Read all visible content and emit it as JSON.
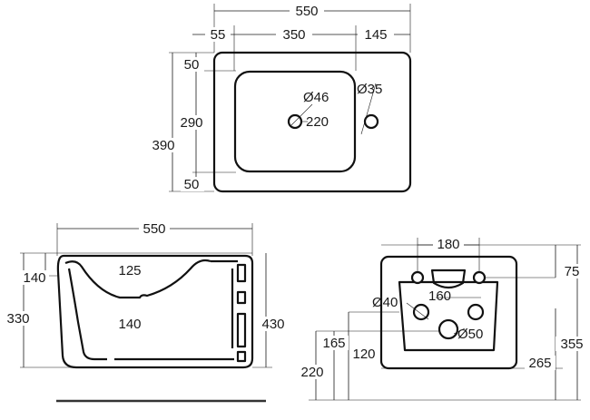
{
  "top_view": {
    "overall_width": "550",
    "offset_left": "55",
    "bowl_width": "350",
    "offset_right": "145",
    "rim_top": "50",
    "bowl_depth": "290",
    "overall_depth": "390",
    "rim_bottom": "50",
    "drain_diameter": "Ø46",
    "tap_hole_diameter": "Ø35",
    "hole_spacing": "220"
  },
  "side_view": {
    "overall_length": "550",
    "rim_height": "140",
    "bowl_top": "125",
    "bowl_bottom": "140",
    "front_height": "330",
    "overall_height": "430"
  },
  "rear_view": {
    "bolt_spacing": "180",
    "bolt_height": "75",
    "inlet_diameter": "Ø40",
    "inlet_spacing": "160",
    "outlet_diameter": "Ø50",
    "dim_165": "165",
    "dim_120": "120",
    "dim_220": "220",
    "dim_265": "265",
    "dim_355": "355"
  }
}
